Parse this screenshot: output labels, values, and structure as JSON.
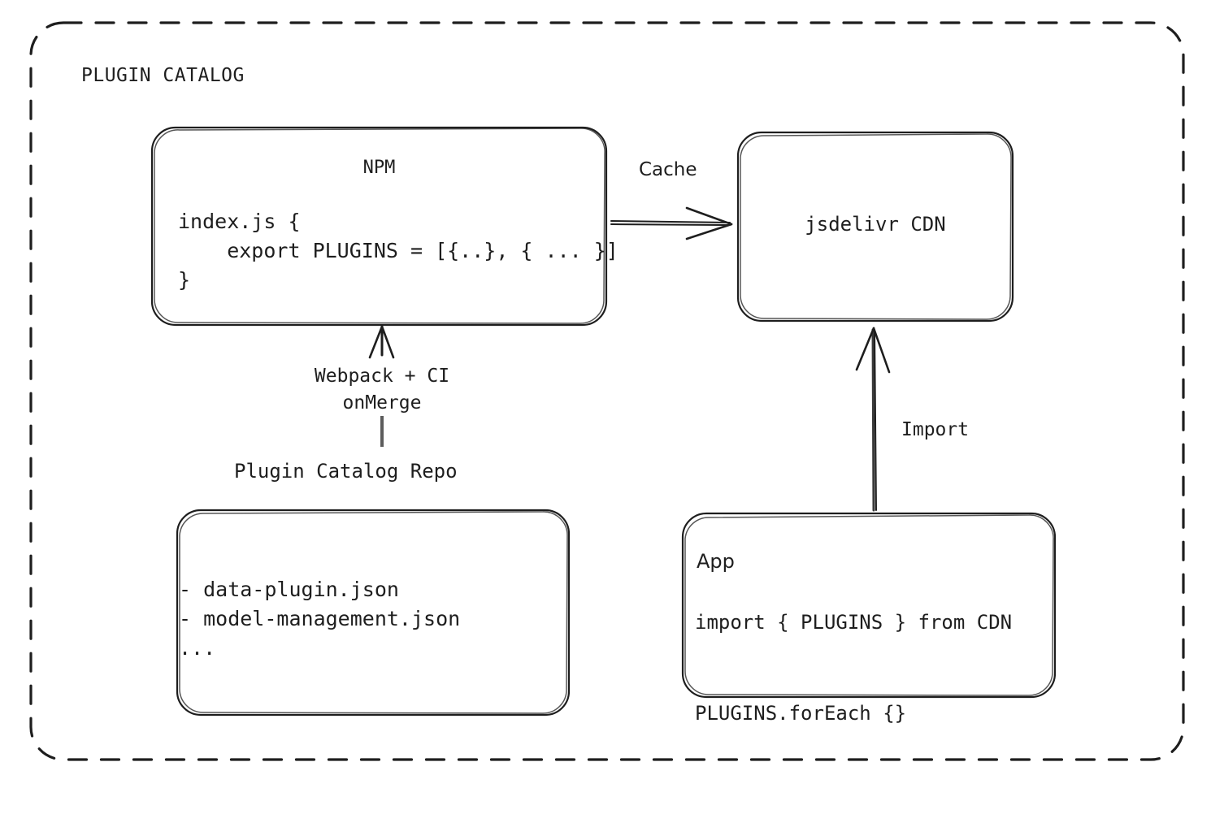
{
  "diagram": {
    "title": "PLUGIN CATALOG",
    "style": "hand-drawn",
    "stroke_color": "#1e1e1e",
    "background": "#ffffff"
  },
  "nodes": {
    "npm": {
      "title": "NPM",
      "code": "index.js {\n    export PLUGINS = [{..}, { ... }]\n}"
    },
    "cdn": {
      "title": "jsdelivr CDN"
    },
    "repo": {
      "label": "Plugin Catalog Repo",
      "body": "- data-plugin.json\n- model-management.json\n..."
    },
    "app": {
      "title": "App",
      "code": "import { PLUGINS } from CDN\n\nPLUGINS.forEach {}"
    }
  },
  "edges": {
    "cache": {
      "label": "Cache",
      "from": "npm",
      "to": "cdn"
    },
    "build": {
      "label": "Webpack + CI\nonMerge",
      "from": "repo",
      "to": "npm"
    },
    "import": {
      "label": "Import",
      "from": "app",
      "to": "cdn"
    }
  }
}
